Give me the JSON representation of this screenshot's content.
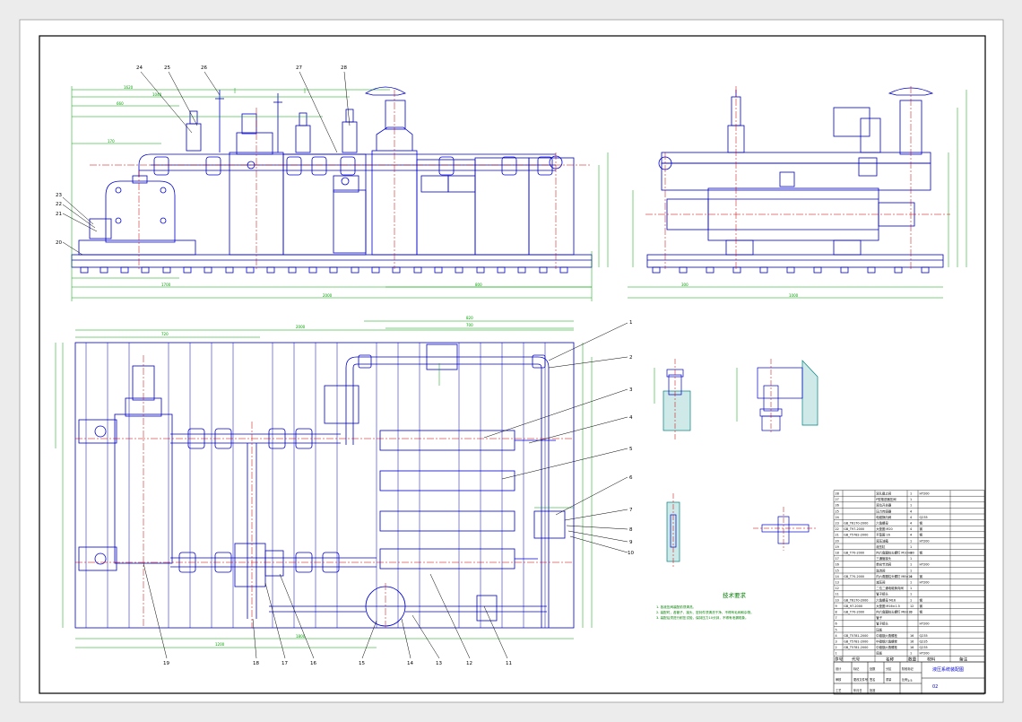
{
  "title_block": {
    "drawing_name": "液压系统装配图",
    "sheet_code": "02",
    "col_headers": [
      "序号",
      "代号",
      "名称",
      "数量",
      "材料",
      "备注"
    ],
    "footer_labels": [
      "标记",
      "处数",
      "分区",
      "更改文件号",
      "签名",
      "年月日",
      "设计",
      "审核",
      "工艺",
      "批准",
      "阶段标记",
      "重量",
      "比例"
    ],
    "scale": "1:5"
  },
  "bom": [
    {
      "no": "28",
      "code": "",
      "name": "双孔截止阀",
      "qty": "1",
      "mat": "HT200"
    },
    {
      "no": "27",
      "code": "",
      "name": "P型推进器压阀",
      "qty": "1",
      "mat": ""
    },
    {
      "no": "26",
      "code": "",
      "name": "液位开关器",
      "qty": "1",
      "mat": ""
    },
    {
      "no": "25",
      "code": "",
      "name": "压力传感器",
      "qty": "4",
      "mat": ""
    },
    {
      "no": "24",
      "code": "",
      "name": "电磁换向阀",
      "qty": "4",
      "mat": "Q235"
    },
    {
      "no": "23",
      "code": "GB_T6170-2000",
      "name": "六角螺母",
      "qty": "4",
      "mat": "钢"
    },
    {
      "no": "22",
      "code": "GB_T97-2000",
      "name": "大垫圈 M20",
      "qty": "4",
      "mat": "钢"
    },
    {
      "no": "21",
      "code": "GB_T5782-2000",
      "name": "平垫圈 16",
      "qty": "4",
      "mat": "钢"
    },
    {
      "no": "20",
      "code": "",
      "name": "液压油箱",
      "qty": "1",
      "mat": "HT200"
    },
    {
      "no": "19",
      "code": "",
      "name": "液压缸",
      "qty": "1",
      "mat": ""
    },
    {
      "no": "18",
      "code": "GB_T70-2000",
      "name": "内六角圆柱头螺钉 M10×30",
      "qty": "8",
      "mat": "钢"
    },
    {
      "no": "17",
      "code": "",
      "name": "三通管接头",
      "qty": "1",
      "mat": ""
    },
    {
      "no": "16",
      "code": "",
      "name": "单向节流阀",
      "qty": "1",
      "mat": "HT200"
    },
    {
      "no": "15",
      "code": "",
      "name": "溢流阀",
      "qty": "1",
      "mat": ""
    },
    {
      "no": "14",
      "code": "GB_T70-2000",
      "name": "内六角圆柱头螺钉 M8×25",
      "qty": "4",
      "mat": "钢"
    },
    {
      "no": "13",
      "code": "",
      "name": "减压阀",
      "qty": "1",
      "mat": "HT200"
    },
    {
      "no": "12",
      "code": "",
      "name": "二位二通电磁换向阀",
      "qty": "1",
      "mat": ""
    },
    {
      "no": "11",
      "code": "",
      "name": "管子接头",
      "qty": "1",
      "mat": ""
    },
    {
      "no": "10",
      "code": "GB_T6170-2000",
      "name": "六角螺母 M16",
      "qty": "1",
      "mat": "钢"
    },
    {
      "no": "9",
      "code": "GB_97-2000",
      "name": "大垫圈 M16×1.5",
      "qty": "12",
      "mat": "钢"
    },
    {
      "no": "8",
      "code": "GB_T70-2000",
      "name": "内六角圆柱头螺钉 M8×30",
      "qty": "1",
      "mat": "钢"
    },
    {
      "no": "7",
      "code": "",
      "name": "管子",
      "qty": "",
      "mat": ""
    },
    {
      "no": "6",
      "code": "",
      "name": "管子接头",
      "qty": "",
      "mat": "HT200"
    },
    {
      "no": "5",
      "code": "",
      "name": "压板",
      "qty": "",
      "mat": ""
    },
    {
      "no": "4",
      "code": "GB_T5781-2000",
      "name": "中碳钢六角螺栓",
      "qty": "16",
      "mat": "Q235"
    },
    {
      "no": "3",
      "code": "GB_T5781-2000",
      "name": "中碳钢六角螺栓",
      "qty": "16",
      "mat": "Q235"
    },
    {
      "no": "2",
      "code": "GB_T5781-2000",
      "name": "中碳钢六角螺栓",
      "qty": "16",
      "mat": "Q235"
    },
    {
      "no": "1",
      "code": "",
      "name": "底板",
      "qty": "1",
      "mat": "HT200"
    }
  ],
  "tech_req": {
    "title": "技术要求",
    "lines": [
      "1. 各液压阀装配前须清洗。",
      "2. 装配时，各管子、接头、密封件须清洗干净，不得有毛刺和杂物。",
      "3. 装配后须进行耐压试验，保持压力10分钟，不得有泄漏现象。"
    ]
  },
  "callouts_top": [
    "24",
    "25",
    "26",
    "27",
    "28"
  ],
  "callouts_left": [
    "23",
    "22",
    "21",
    "20"
  ],
  "callouts_right": [
    "1",
    "2",
    "3",
    "4",
    "5",
    "6",
    "7",
    "8",
    "9",
    "10"
  ],
  "callouts_bottom": [
    "19",
    "18",
    "17",
    "16",
    "15",
    "14",
    "13",
    "12",
    "11"
  ],
  "colors": {
    "outline": "#0000cc",
    "dimension": "#00a000",
    "center": "#c00000",
    "section": "#008080",
    "text": "#000000"
  }
}
